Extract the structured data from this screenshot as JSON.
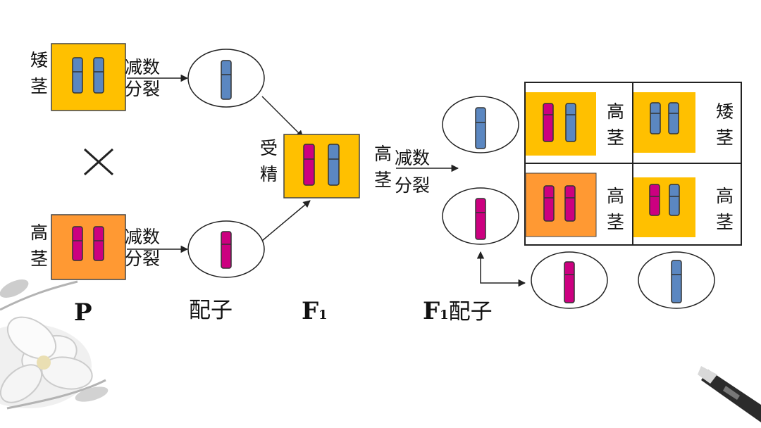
{
  "colors": {
    "yellow": "#FFC000",
    "orange": "#FF9933",
    "blue": "#5B87C1",
    "magenta": "#CC0080",
    "line": "#222222"
  },
  "icons": [
    "cross-symbol",
    "arrow",
    "circle-gamete",
    "chromosome"
  ],
  "labels": {
    "dwarf_stem": "矮茎",
    "tall_stem": "高茎",
    "meiosis": "减数分裂",
    "fertilization": "受精",
    "gamete": "配子",
    "p": "P",
    "f": "F",
    "sub1": "1",
    "cross": "×"
  }
}
